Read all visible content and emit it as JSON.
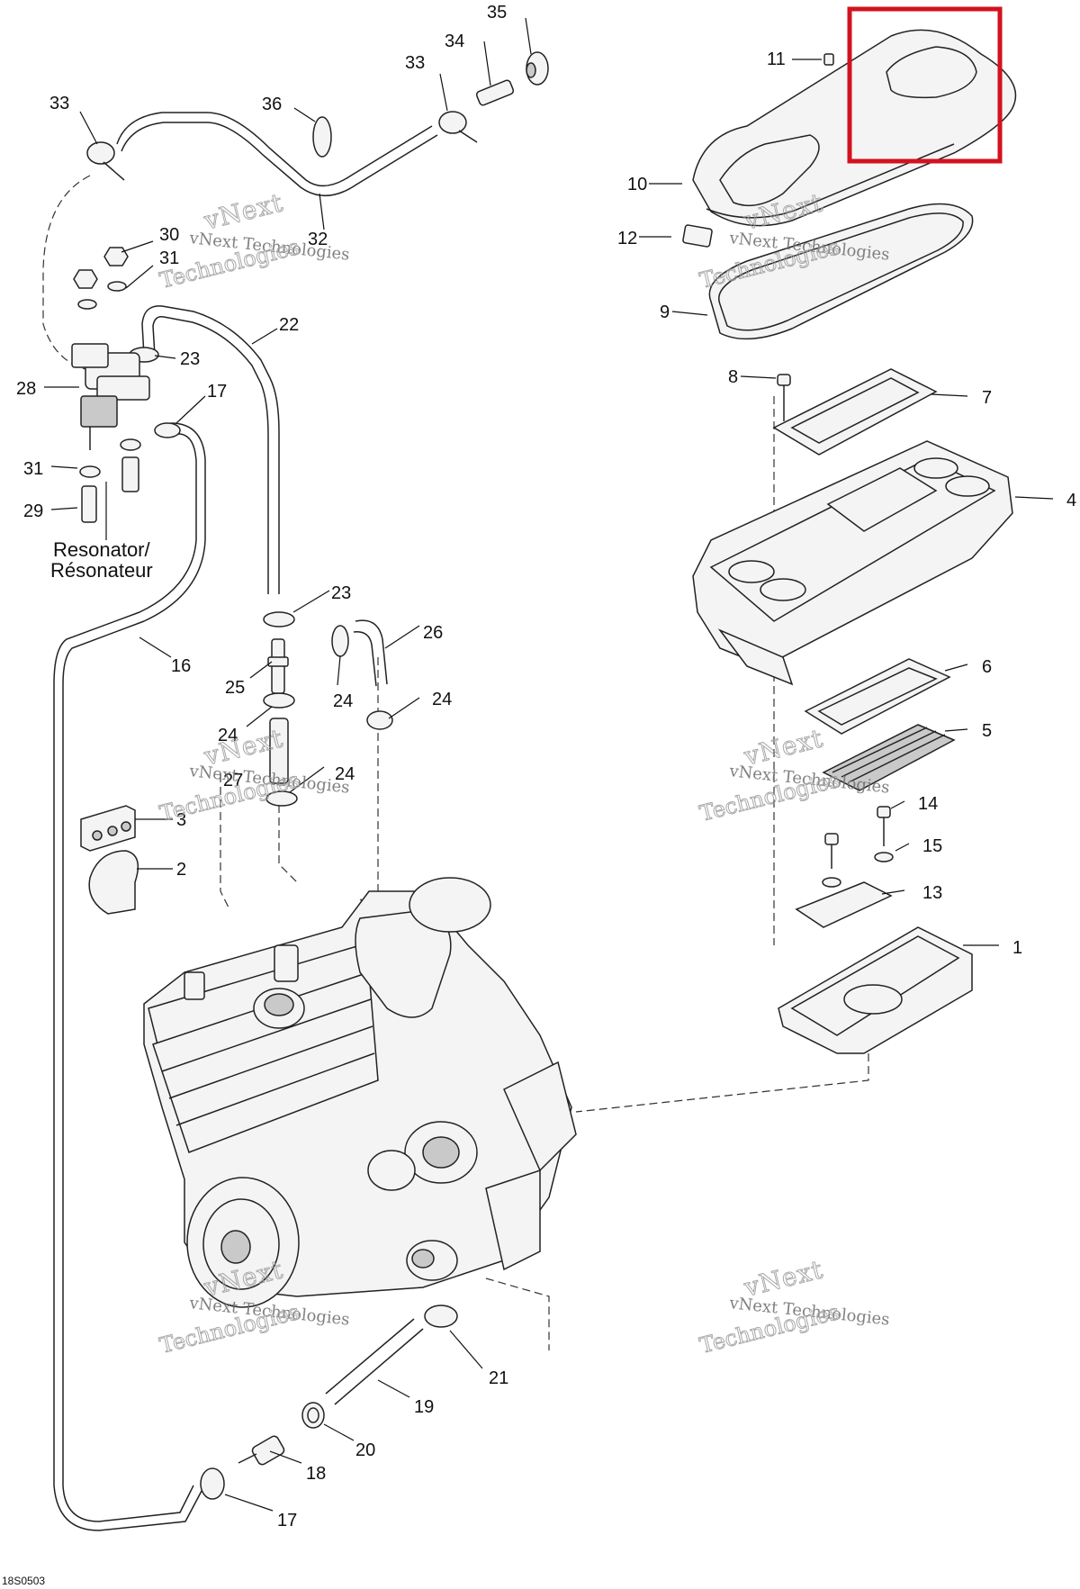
{
  "diagram": {
    "reference_code": "18S0503",
    "labels": {
      "resonator_en": "Resonator/",
      "resonator_fr": "Résonateur"
    },
    "callouts": [
      "35",
      "34",
      "33",
      "33",
      "36",
      "32",
      "30",
      "31",
      "23",
      "22",
      "17",
      "28",
      "31",
      "29",
      "16",
      "23",
      "26",
      "25",
      "24",
      "24",
      "24",
      "27",
      "24",
      "3",
      "2",
      "11",
      "10",
      "12",
      "9",
      "8",
      "7",
      "4",
      "6",
      "5",
      "14",
      "15",
      "13",
      "1",
      "21",
      "19",
      "20",
      "18",
      "17"
    ],
    "watermark": {
      "line1": "vNext",
      "line2": "vNext Technologies",
      "line3": "Technologies"
    },
    "highlight_color": "#d2121e"
  }
}
